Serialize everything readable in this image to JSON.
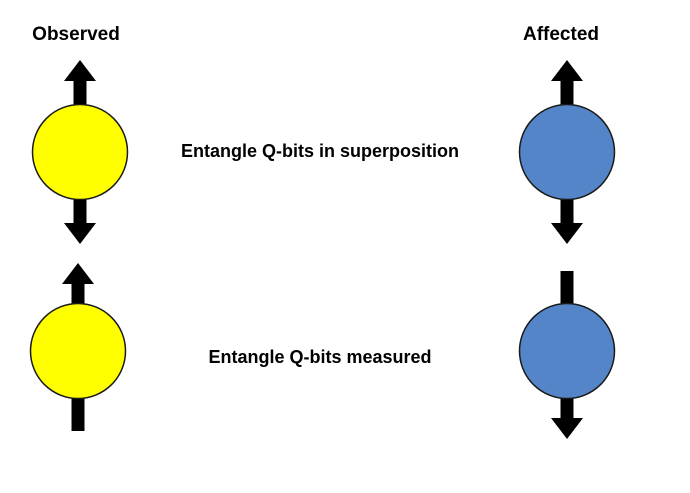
{
  "colors": {
    "background": "#FFFFFF",
    "text": "#000000",
    "arrow": "#000000",
    "circle_outline": "#1A1A1A",
    "observed_fill": "#FFFF00",
    "affected_fill": "#5585C9"
  },
  "columns": {
    "observed": {
      "label": "Observed"
    },
    "affected": {
      "label": "Affected"
    }
  },
  "rows": [
    {
      "caption": "Entangle Q-bits in superposition"
    },
    {
      "caption": "Entangle Q-bits measured"
    }
  ],
  "qbits": [
    {
      "name": "observed-superposition",
      "column": "Observed",
      "row": 0,
      "spin": "up-and-down",
      "fill": "#FFFF00"
    },
    {
      "name": "affected-superposition",
      "column": "Affected",
      "row": 0,
      "spin": "up-and-down",
      "fill": "#5585C9"
    },
    {
      "name": "observed-measured",
      "column": "Observed",
      "row": 1,
      "spin": "up",
      "fill": "#FFFF00"
    },
    {
      "name": "affected-measured",
      "column": "Affected",
      "row": 1,
      "spin": "down",
      "fill": "#5585C9"
    }
  ]
}
